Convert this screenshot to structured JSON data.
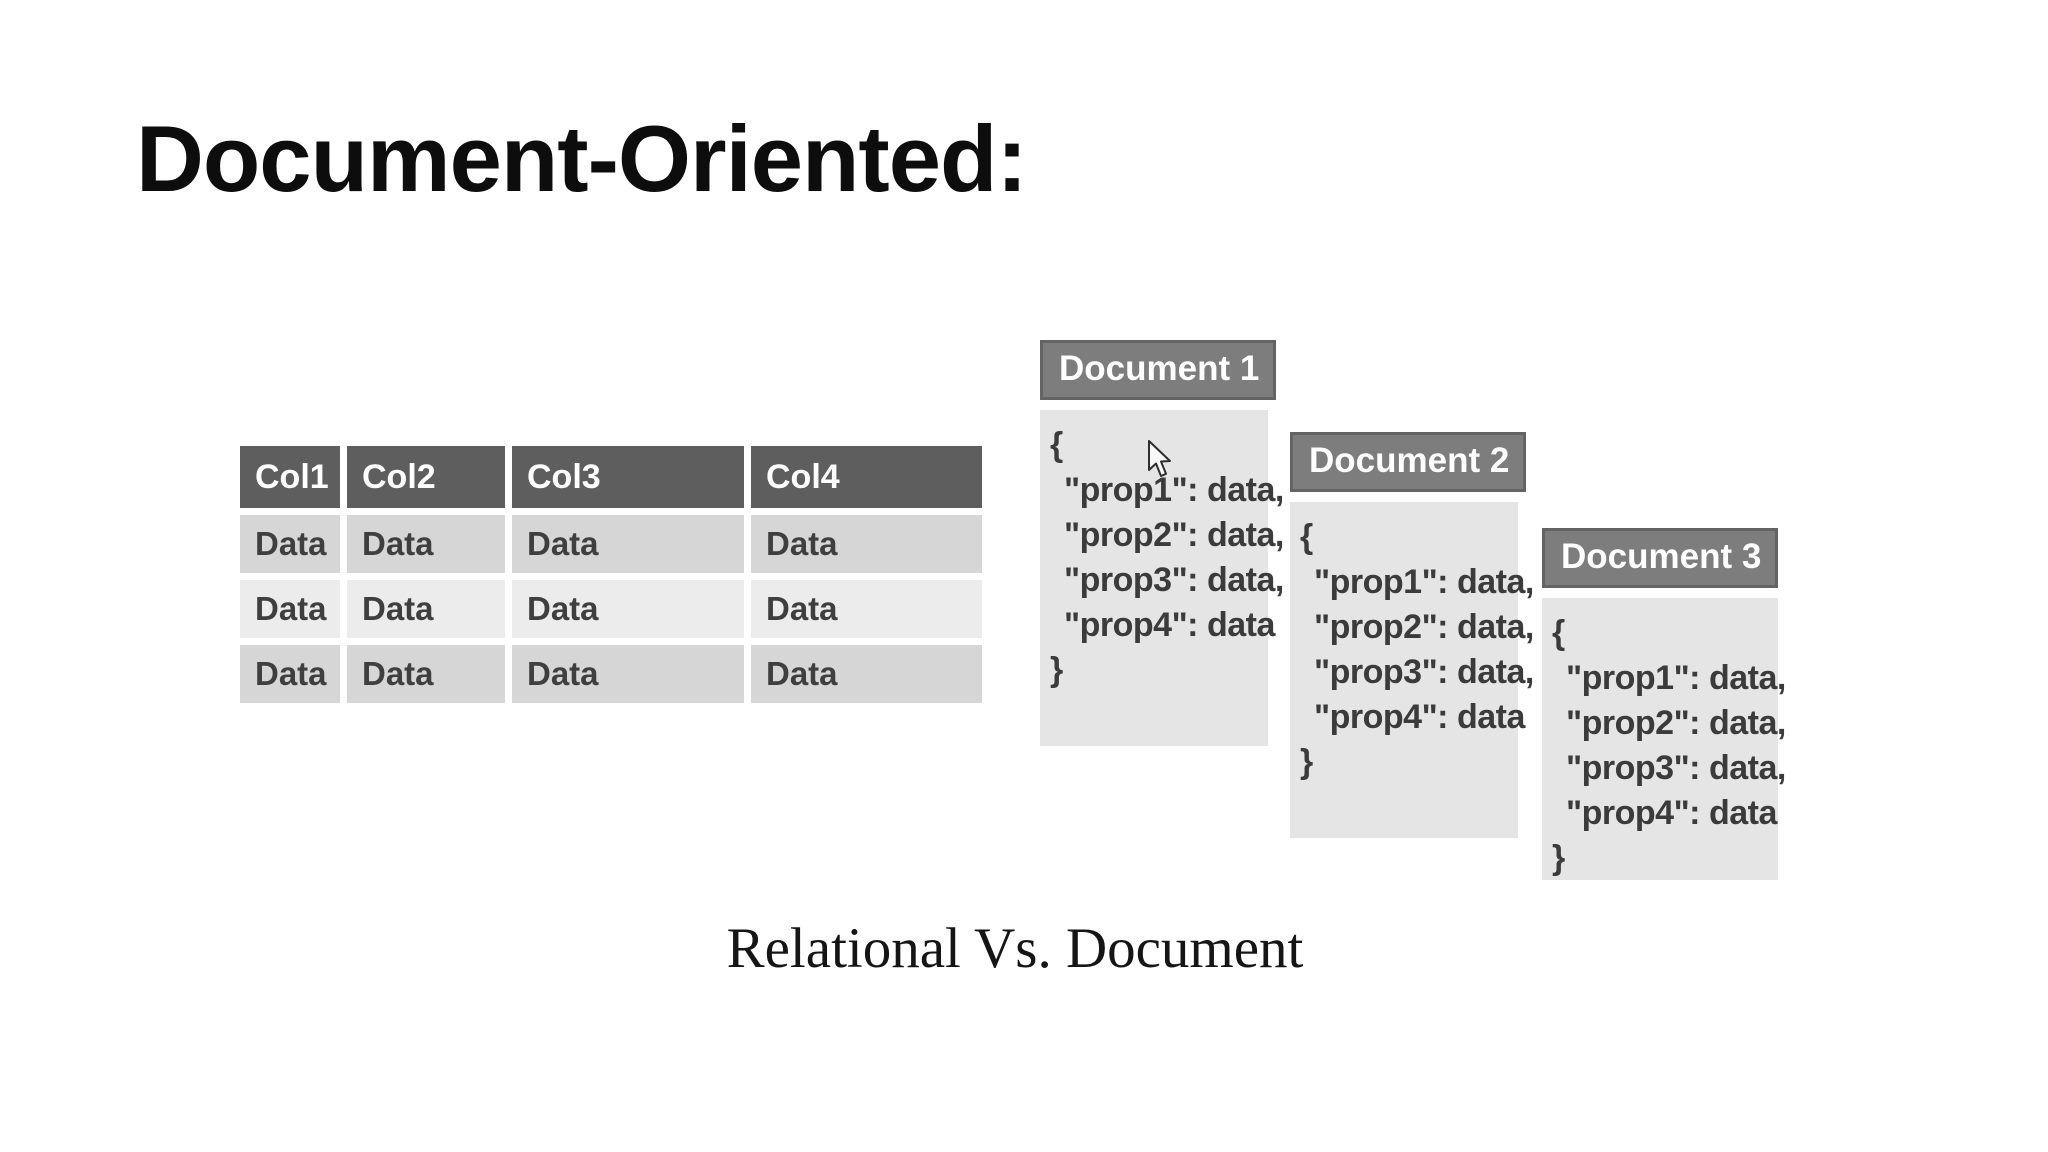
{
  "slide": {
    "title": "Document-Oriented:"
  },
  "figure": {
    "table": {
      "columns": [
        "Col1",
        "Col2",
        "Col3",
        "Col4"
      ],
      "rows": [
        [
          "Data",
          "Data",
          "Data",
          "Data"
        ],
        [
          "Data",
          "Data",
          "Data",
          "Data"
        ],
        [
          "Data",
          "Data",
          "Data",
          "Data"
        ]
      ]
    },
    "documents": [
      {
        "title": "Document 1",
        "lines": [
          "{",
          "\"prop1\": data,",
          "\"prop2\": data,",
          "\"prop3\": data,",
          "\"prop4\": data",
          "}"
        ]
      },
      {
        "title": "Document 2",
        "lines": [
          "{",
          "\"prop1\": data,",
          "\"prop2\": data,",
          "\"prop3\": data,",
          "\"prop4\": data",
          "}"
        ]
      },
      {
        "title": "Document 3",
        "lines": [
          "{",
          "\"prop1\": data,",
          "\"prop2\": data,",
          "\"prop3\": data,",
          "\"prop4\": data",
          "}"
        ]
      }
    ],
    "caption": "Relational Vs. Document"
  },
  "icons": {
    "cursor": "arrow-pointer"
  },
  "colors": {
    "background": "#ffffff",
    "table_header_bg": "#5e5e5e",
    "table_row_bg": "#d6d6d6",
    "table_row_alt_bg": "#ececec",
    "doc_header_bg": "#7d7d7d",
    "doc_body_bg": "#e5e5e5",
    "header_text": "#ffffff",
    "body_text": "#3b3b3b",
    "title_text": "#0d0d0d"
  }
}
